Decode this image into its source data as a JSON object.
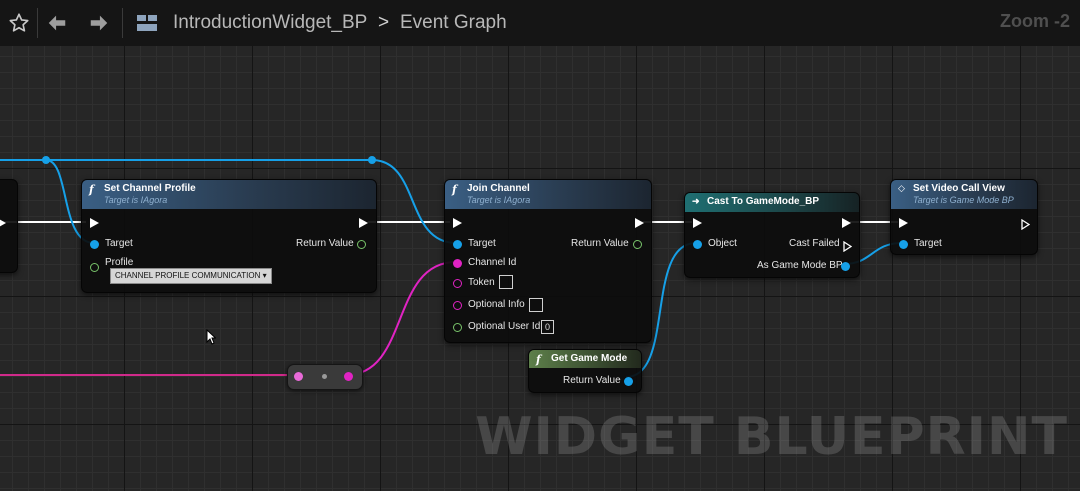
{
  "toolbar": {
    "favorite_icon": "star-outline-icon",
    "back_icon": "arrow-left-icon",
    "forward_icon": "arrow-right-icon",
    "blueprint_icon": "blueprint-icon",
    "crumb_blueprint": "IntroductionWidget_BP",
    "crumb_separator": ">",
    "crumb_graph": "Event Graph",
    "zoom": "Zoom -2"
  },
  "nodes": {
    "set_channel_profile": {
      "title": "Set Channel Profile",
      "subtitle": "Target is IAgora",
      "pin_target": "Target",
      "pin_return": "Return Value",
      "pin_profile": "Profile",
      "profile_value": "CHANNEL PROFILE COMMUNICATION"
    },
    "join_channel": {
      "title": "Join Channel",
      "subtitle": "Target is IAgora",
      "pin_target": "Target",
      "pin_return": "Return Value",
      "pin_channel_id": "Channel Id",
      "pin_token": "Token",
      "pin_optional_info": "Optional Info",
      "pin_optional_user_id": "Optional User Id",
      "optional_user_id_value": "0"
    },
    "cast_to_gamemode": {
      "title": "Cast To GameMode_BP",
      "pin_object": "Object",
      "pin_cast_failed": "Cast Failed",
      "pin_as_game_mode": "As Game Mode BP"
    },
    "set_video_call_view": {
      "title": "Set Video Call View",
      "subtitle": "Target is Game Mode BP",
      "pin_target": "Target"
    },
    "get_game_mode": {
      "title": "Get Game Mode",
      "pin_return": "Return Value"
    }
  },
  "watermark": "WIDGET BLUEPRINT",
  "colors": {
    "exec": "#ffffff",
    "object_pin": "#16a0e8",
    "string_pin": "#e023c3",
    "int_pin": "#78c36a",
    "function_header": "#3a5f84",
    "cast_header": "#1f6f72",
    "pure_header": "#5d7f4a"
  }
}
